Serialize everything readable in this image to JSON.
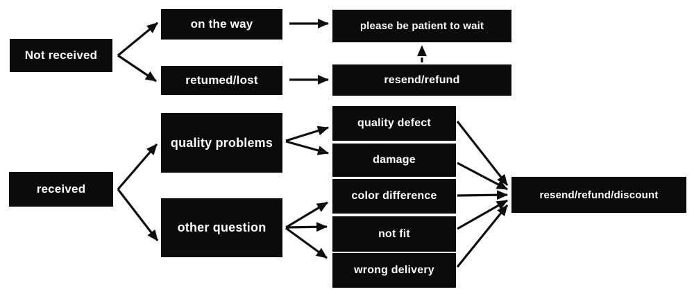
{
  "diagram": {
    "type": "flowchart",
    "colors": {
      "background": "#ffffff",
      "box": "#0b0b0b",
      "box_text": "#ffffff",
      "arrow": "#0f0f0f"
    },
    "nodes": {
      "not_received": "Not received",
      "on_the_way": "on the way",
      "returned_lost": "retumed/lost",
      "please_wait": "please be patient to wait",
      "resend_refund": "resend/refund",
      "received": "received",
      "quality_problems": "quality problems",
      "other_question": "other question",
      "quality_defect": "quality defect",
      "damage": "damage",
      "color_difference": "color difference",
      "not_fit": "not fit",
      "wrong_delivery": "wrong delivery",
      "resend_refund_discount": "resend/refund/discount"
    },
    "edges": [
      {
        "from": "not_received",
        "to": "on_the_way",
        "style": "solid"
      },
      {
        "from": "not_received",
        "to": "returned_lost",
        "style": "solid"
      },
      {
        "from": "on_the_way",
        "to": "please_wait",
        "style": "solid"
      },
      {
        "from": "returned_lost",
        "to": "resend_refund",
        "style": "solid"
      },
      {
        "from": "resend_refund",
        "to": "please_wait",
        "style": "dashed"
      },
      {
        "from": "received",
        "to": "quality_problems",
        "style": "solid"
      },
      {
        "from": "received",
        "to": "other_question",
        "style": "solid"
      },
      {
        "from": "quality_problems",
        "to": "quality_defect",
        "style": "solid"
      },
      {
        "from": "quality_problems",
        "to": "damage",
        "style": "solid"
      },
      {
        "from": "other_question",
        "to": "color_difference",
        "style": "solid"
      },
      {
        "from": "other_question",
        "to": "not_fit",
        "style": "solid"
      },
      {
        "from": "other_question",
        "to": "wrong_delivery",
        "style": "solid"
      },
      {
        "from": "quality_defect",
        "to": "resend_refund_discount",
        "style": "solid"
      },
      {
        "from": "damage",
        "to": "resend_refund_discount",
        "style": "solid"
      },
      {
        "from": "color_difference",
        "to": "resend_refund_discount",
        "style": "solid"
      },
      {
        "from": "not_fit",
        "to": "resend_refund_discount",
        "style": "solid"
      },
      {
        "from": "wrong_delivery",
        "to": "resend_refund_discount",
        "style": "solid"
      }
    ]
  }
}
